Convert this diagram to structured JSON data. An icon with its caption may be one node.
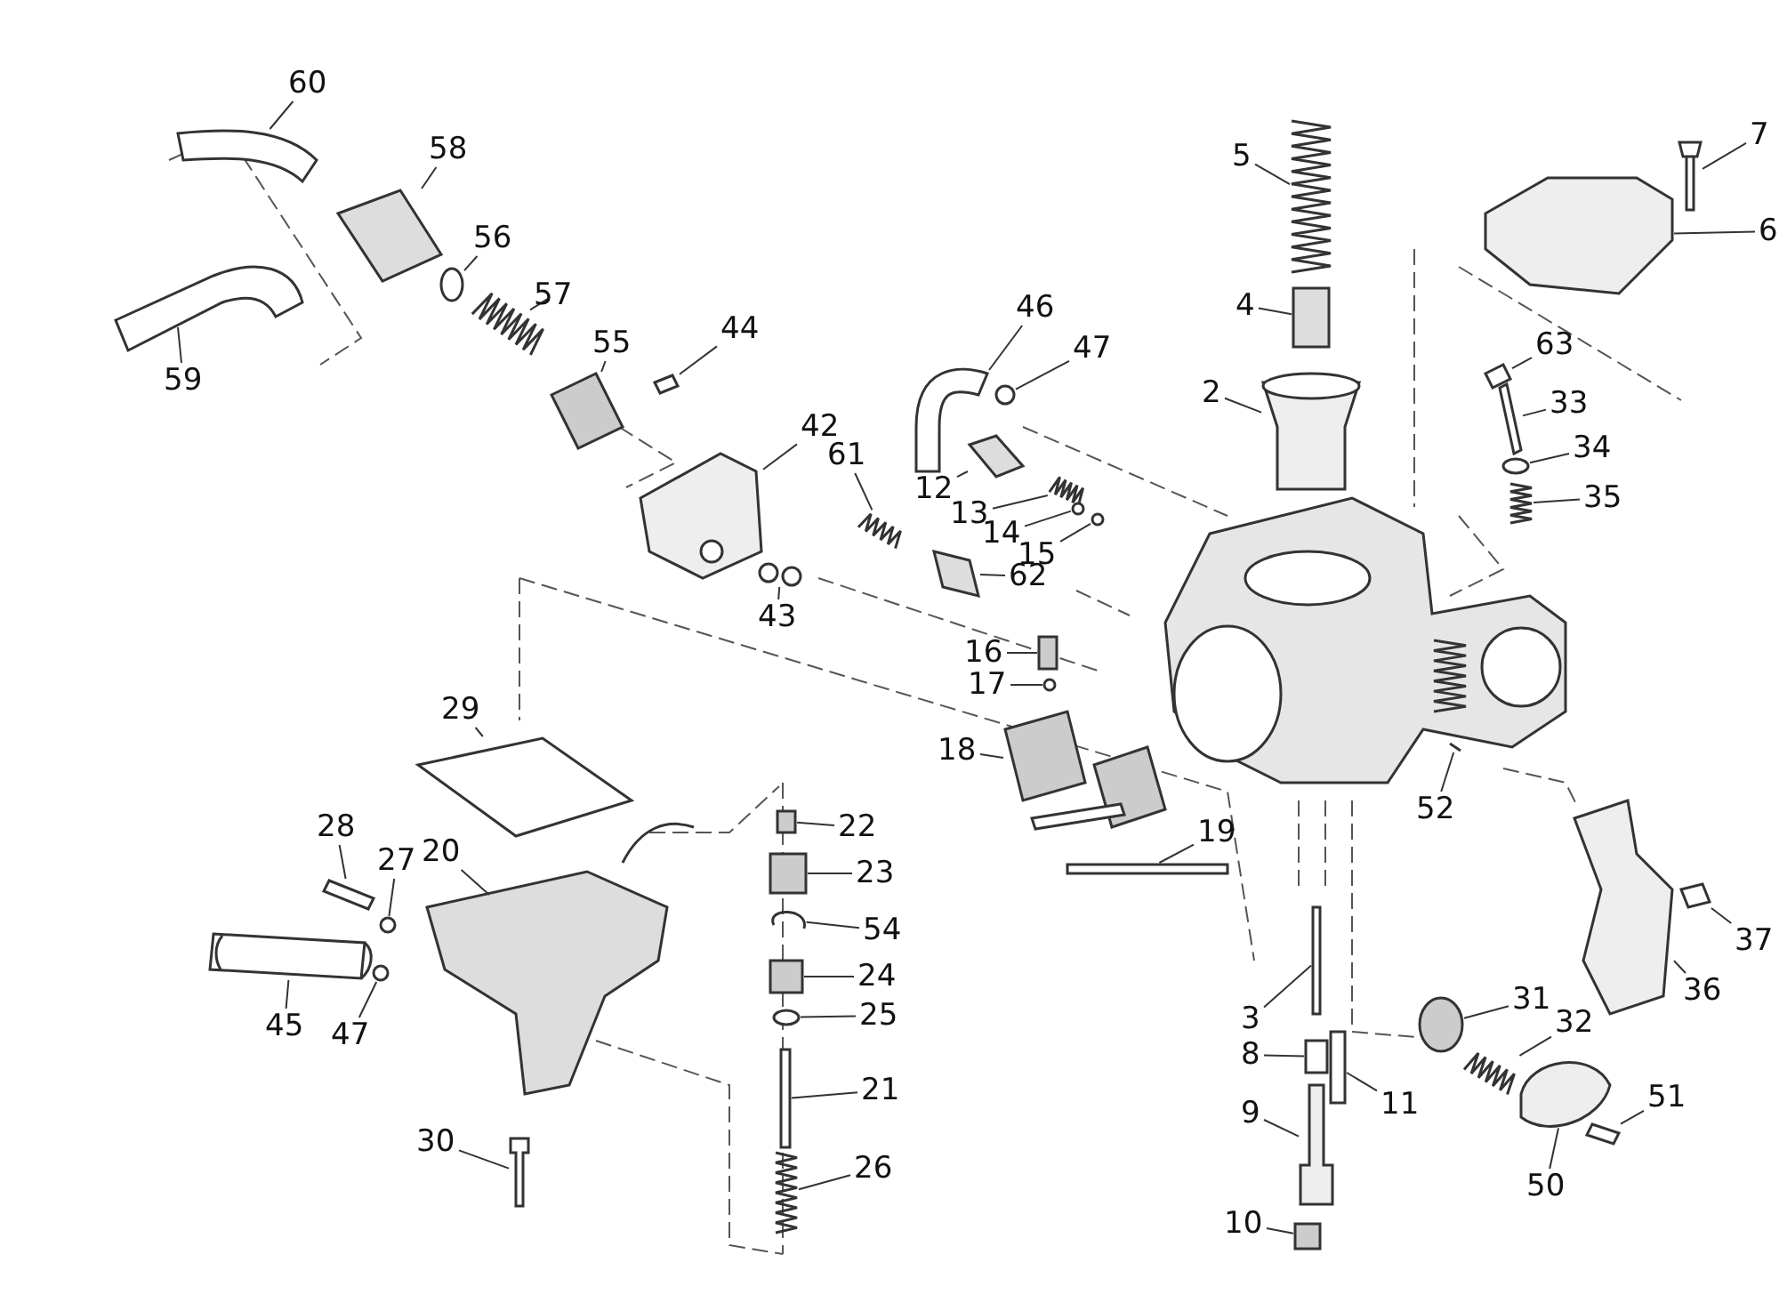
{
  "diagram": {
    "nodes": [
      {
        "text": [
          "60"
        ]
      },
      {
        "text": [
          "58"
        ]
      },
      {
        "text": [
          "56"
        ]
      },
      {
        "text": [
          "57"
        ]
      },
      {
        "text": [
          "55"
        ]
      },
      {
        "text": [
          "44"
        ]
      },
      {
        "text": [
          "42"
        ]
      },
      {
        "text": [
          "61"
        ]
      },
      {
        "text": [
          "5"
        ]
      },
      {
        "text": [
          "7"
        ]
      },
      {
        "text": [
          "6"
        ]
      },
      {
        "text": [
          "4"
        ]
      },
      {
        "text": [
          "46"
        ]
      },
      {
        "text": [
          "47"
        ]
      },
      {
        "text": [
          "2"
        ]
      },
      {
        "text": [
          "63"
        ]
      },
      {
        "text": [
          "33"
        ]
      },
      {
        "text": [
          "34"
        ]
      },
      {
        "text": [
          "59"
        ]
      },
      {
        "text": [
          "12"
        ]
      },
      {
        "text": [
          "13"
        ]
      },
      {
        "text": [
          "14"
        ]
      },
      {
        "text": [
          "15"
        ]
      },
      {
        "text": [
          "35"
        ]
      },
      {
        "text": [
          "62"
        ]
      },
      {
        "text": [
          "43"
        ]
      },
      {
        "text": [
          "16"
        ]
      },
      {
        "text": [
          "17"
        ]
      },
      {
        "text": [
          "29"
        ]
      },
      {
        "text": [
          "18"
        ]
      },
      {
        "text": [
          "52"
        ]
      },
      {
        "text": [
          "22"
        ]
      },
      {
        "text": [
          "28"
        ]
      },
      {
        "text": [
          "20"
        ]
      },
      {
        "text": [
          "27"
        ]
      },
      {
        "text": [
          "19"
        ]
      },
      {
        "text": [
          "23"
        ]
      },
      {
        "text": [
          "54"
        ]
      },
      {
        "text": [
          "37"
        ]
      },
      {
        "text": [
          "24"
        ]
      },
      {
        "text": [
          "36"
        ]
      },
      {
        "text": [
          "31"
        ]
      },
      {
        "text": [
          "25"
        ]
      },
      {
        "text": [
          "3"
        ]
      },
      {
        "text": [
          "32"
        ]
      },
      {
        "text": [
          "45"
        ]
      },
      {
        "text": [
          "47"
        ]
      },
      {
        "text": [
          "8"
        ]
      },
      {
        "text": [
          "21"
        ]
      },
      {
        "text": [
          "11"
        ]
      },
      {
        "text": [
          "51"
        ]
      },
      {
        "text": [
          "9"
        ]
      },
      {
        "text": [
          "30"
        ]
      },
      {
        "text": [
          "26"
        ]
      },
      {
        "text": [
          "50"
        ]
      },
      {
        "text": [
          "10"
        ]
      },
      {
        "text": [],
        "shape": "picture"
      },
      {
        "text": [],
        "shape": "picture"
      },
      {
        "text": [],
        "shape": "circle"
      },
      {
        "text": [],
        "shape": "picture"
      },
      {
        "text": [],
        "shape": "picture"
      },
      {
        "text": [],
        "shape": "picture"
      },
      {
        "text": [],
        "shape": "picture"
      },
      {
        "text": [],
        "shape": "picture"
      },
      {
        "text": [],
        "shape": "picture"
      },
      {
        "text": [],
        "shape": "picture"
      },
      {
        "text": [],
        "shape": "picture"
      },
      {
        "text": [],
        "shape": "box"
      },
      {
        "text": [],
        "shape": "picture"
      },
      {
        "text": [],
        "shape": "circle"
      },
      {
        "text": [],
        "shape": "picture"
      },
      {
        "text": [],
        "shape": "picture"
      },
      {
        "text": [],
        "shape": "picture"
      },
      {
        "text": [],
        "shape": "circle"
      },
      {
        "text": [],
        "shape": "picture"
      },
      {
        "text": [],
        "shape": "picture"
      },
      {
        "text": [],
        "shape": "picture"
      },
      {
        "text": [],
        "shape": "circle"
      },
      {
        "text": [],
        "shape": "circle"
      },
      {
        "text": [],
        "shape": "picture"
      },
      {
        "text": [],
        "shape": "picture"
      },
      {
        "text": [],
        "shape": "picture"
      },
      {
        "text": [],
        "shape": "box"
      },
      {
        "text": [],
        "shape": "circle"
      },
      {
        "text": [],
        "shape": "picture"
      },
      {
        "text": [],
        "shape": "picture"
      },
      {
        "text": [],
        "shape": "picture"
      },
      {
        "text": [],
        "shape": "box"
      },
      {
        "text": [],
        "shape": "picture"
      },
      {
        "text": [],
        "shape": "picture"
      },
      {
        "text": [],
        "shape": "circle"
      },
      {
        "text": [],
        "shape": "box"
      },
      {
        "text": [],
        "shape": "box"
      },
      {
        "text": [],
        "shape": "picture"
      },
      {
        "text": [],
        "shape": "picture"
      },
      {
        "text": [],
        "shape": "box"
      },
      {
        "text": [],
        "shape": "picture"
      },
      {
        "text": [],
        "shape": "circle"
      },
      {
        "text": [],
        "shape": "circle"
      },
      {
        "text": [],
        "shape": "box"
      },
      {
        "text": [],
        "shape": "picture"
      },
      {
        "text": [],
        "shape": "picture"
      },
      {
        "text": [],
        "shape": "circle"
      },
      {
        "text": [],
        "shape": "box"
      },
      {
        "text": [],
        "shape": "box"
      },
      {
        "text": [],
        "shape": "box"
      },
      {
        "text": [],
        "shape": "picture"
      },
      {
        "text": [],
        "shape": "picture"
      },
      {
        "text": [],
        "shape": "picture"
      },
      {
        "text": [],
        "shape": "picture"
      },
      {
        "text": [],
        "shape": "picture"
      },
      {
        "text": [],
        "shape": "box"
      }
    ],
    "edges": [
      {
        "from": 0,
        "to": 56,
        "arrow": "none"
      },
      {
        "from": 1,
        "to": 57,
        "arrow": "none"
      },
      {
        "from": 2,
        "to": 58,
        "arrow": "none"
      },
      {
        "from": 3,
        "to": 59,
        "arrow": "none"
      },
      {
        "from": 4,
        "to": 60,
        "arrow": "none"
      },
      {
        "from": 5,
        "to": 61,
        "arrow": "none"
      },
      {
        "from": 6,
        "to": 62,
        "arrow": "none"
      },
      {
        "from": 7,
        "to": 63,
        "arrow": "none"
      },
      {
        "from": 8,
        "to": 64,
        "arrow": "none"
      },
      {
        "from": 9,
        "to": 65,
        "arrow": "none"
      },
      {
        "from": 10,
        "to": 66,
        "arrow": "none"
      },
      {
        "from": 11,
        "to": 67,
        "arrow": "none"
      },
      {
        "from": 12,
        "to": 68,
        "arrow": "none"
      },
      {
        "from": 13,
        "to": 69,
        "arrow": "none"
      },
      {
        "from": 14,
        "to": 70,
        "arrow": "none"
      },
      {
        "from": 15,
        "to": 71,
        "arrow": "none"
      },
      {
        "from": 16,
        "to": 72,
        "arrow": "none"
      },
      {
        "from": 17,
        "to": 73,
        "arrow": "none"
      },
      {
        "from": 18,
        "to": 74,
        "arrow": "none"
      },
      {
        "from": 19,
        "to": 75,
        "arrow": "none"
      },
      {
        "from": 20,
        "to": 76,
        "arrow": "none"
      },
      {
        "from": 21,
        "to": 77,
        "arrow": "none"
      },
      {
        "from": 22,
        "to": 78,
        "arrow": "none"
      },
      {
        "from": 23,
        "to": 79,
        "arrow": "none"
      },
      {
        "from": 24,
        "to": 80,
        "arrow": "none"
      },
      {
        "from": 25,
        "to": 81,
        "arrow": "none"
      },
      {
        "from": 26,
        "to": 82,
        "arrow": "none"
      },
      {
        "from": 27,
        "to": 83,
        "arrow": "none"
      },
      {
        "from": 28,
        "to": 84,
        "arrow": "none"
      },
      {
        "from": 29,
        "to": 85,
        "arrow": "none"
      },
      {
        "from": 30,
        "to": 86,
        "arrow": "none"
      },
      {
        "from": 31,
        "to": 87,
        "arrow": "none"
      },
      {
        "from": 32,
        "to": 88,
        "arrow": "none"
      },
      {
        "from": 33,
        "to": 89,
        "arrow": "none"
      },
      {
        "from": 34,
        "to": 90,
        "arrow": "none"
      },
      {
        "from": 35,
        "to": 91,
        "arrow": "none"
      },
      {
        "from": 36,
        "to": 92,
        "arrow": "none"
      },
      {
        "from": 37,
        "to": 93,
        "arrow": "none"
      },
      {
        "from": 38,
        "to": 94,
        "arrow": "none"
      },
      {
        "from": 39,
        "to": 95,
        "arrow": "none"
      },
      {
        "from": 40,
        "to": 96,
        "arrow": "none"
      },
      {
        "from": 41,
        "to": 97,
        "arrow": "none"
      },
      {
        "from": 42,
        "to": 98,
        "arrow": "none"
      },
      {
        "from": 43,
        "to": 99,
        "arrow": "none"
      },
      {
        "from": 44,
        "to": 100,
        "arrow": "none"
      },
      {
        "from": 45,
        "to": 101,
        "arrow": "none"
      },
      {
        "from": 46,
        "to": 102,
        "arrow": "none"
      },
      {
        "from": 47,
        "to": 103,
        "arrow": "none"
      },
      {
        "from": 48,
        "to": 104,
        "arrow": "none"
      },
      {
        "from": 49,
        "to": 105,
        "arrow": "none"
      },
      {
        "from": 50,
        "to": 106,
        "arrow": "none"
      },
      {
        "from": 51,
        "to": 107,
        "arrow": "none"
      },
      {
        "from": 52,
        "to": 108,
        "arrow": "none"
      },
      {
        "from": 53,
        "to": 109,
        "arrow": "none"
      },
      {
        "from": 54,
        "to": 110,
        "arrow": "none"
      },
      {
        "from": 55,
        "to": 111,
        "arrow": "none"
      }
    ]
  }
}
